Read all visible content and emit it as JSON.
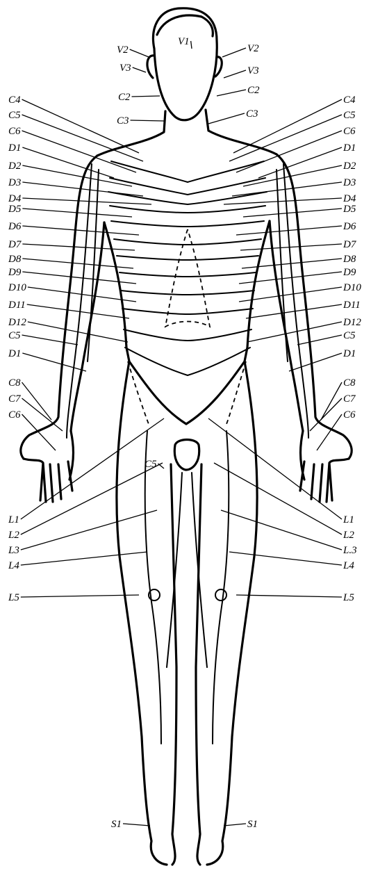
{
  "labels": {
    "face": [
      "V1",
      "V2",
      "V2",
      "V3",
      "V3"
    ],
    "neck": [
      "C2",
      "C2",
      "C3",
      "C3"
    ],
    "left": [
      "C4",
      "C5",
      "C6",
      "D1",
      "D2",
      "D3",
      "D4",
      "D5",
      "D6",
      "D7",
      "D8",
      "D9",
      "D10",
      "D11",
      "D12",
      "C5",
      "D1",
      "C8",
      "C7",
      "C6",
      "C5",
      "L1",
      "L2",
      "L3",
      "L4",
      "L5",
      "S1"
    ],
    "right": [
      "C4",
      "C5",
      "C6",
      "D1",
      "D2",
      "D3",
      "D4",
      "D5",
      "D6",
      "D7",
      "D8",
      "D9",
      "D10",
      "D11",
      "D12",
      "C5",
      "D1",
      "C8",
      "C7",
      "C6",
      "L1",
      "L2",
      "L.3",
      "L4",
      "L5",
      "S1"
    ]
  },
  "colors": {
    "ink": "#000000",
    "paper": "#ffffff"
  }
}
